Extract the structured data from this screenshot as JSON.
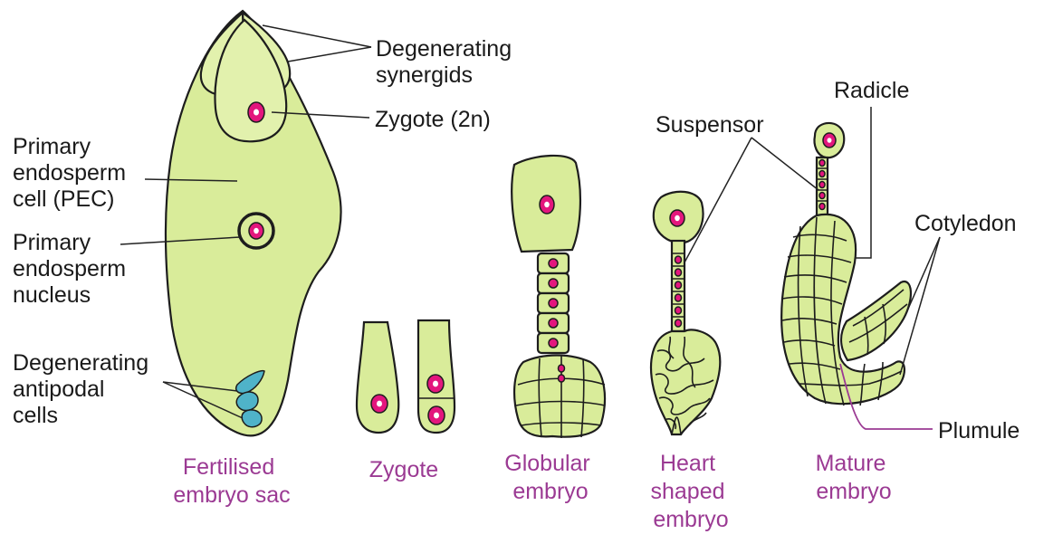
{
  "labels": {
    "degenerating_synergids": [
      "Degenerating",
      "synergids"
    ],
    "zygote_2n": "Zygote (2n)",
    "pec": [
      "Primary",
      "endosperm",
      "cell (PEC)"
    ],
    "pen": [
      "Primary",
      "endosperm",
      "nucleus"
    ],
    "antipodal": [
      "Degenerating",
      "antipodal",
      "cells"
    ],
    "suspensor": "Suspensor",
    "radicle": "Radicle",
    "cotyledon": "Cotyledon",
    "plumule": "Plumule"
  },
  "captions": {
    "fertilised": [
      "Fertilised",
      "embryo sac"
    ],
    "zygote": "Zygote",
    "globular": [
      "Globular",
      "embryo"
    ],
    "heart": [
      "Heart",
      "shaped",
      "embryo"
    ],
    "mature": [
      "Mature",
      "embryo"
    ]
  },
  "colors": {
    "tissue": "#d9ec9a",
    "nucleus": "#e3167d",
    "antipodal": "#4fb3c9",
    "caption": "#9b3a93",
    "plumule_line": "#9b3a93"
  }
}
